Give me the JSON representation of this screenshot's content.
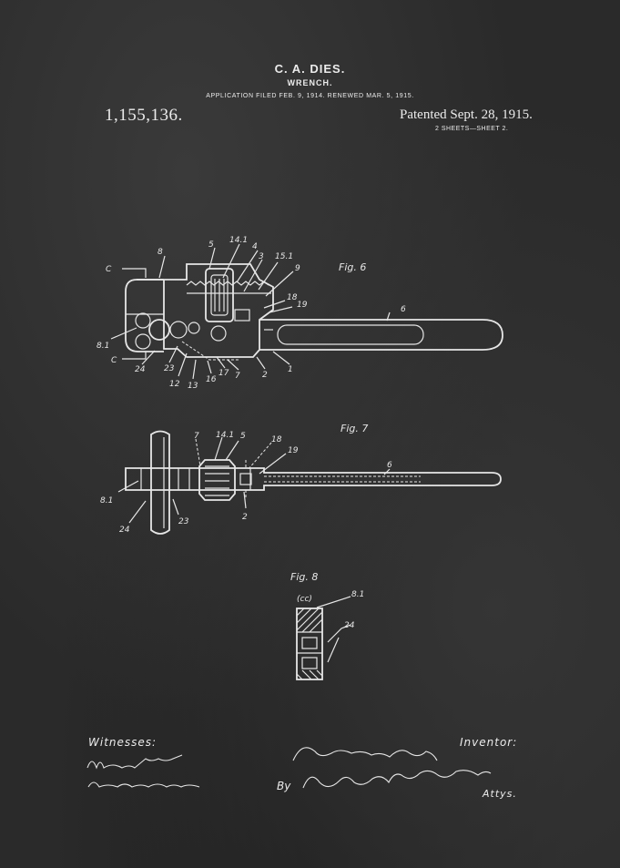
{
  "header": {
    "inventor_name": "C. A. DIES.",
    "title": "WRENCH.",
    "application_line": "APPLICATION FILED FEB. 9, 1914. RENEWED MAR. 5, 1915.",
    "patent_number": "1,155,136.",
    "patented_date": "Patented Sept. 28, 1915.",
    "sheets": "2 SHEETS—SHEET 2."
  },
  "figures": {
    "fig6": {
      "label": "Fig. 6",
      "refs": [
        "C",
        "8",
        "5",
        "14.1",
        "4",
        "3",
        "15.1",
        "9",
        "18",
        "19",
        "6",
        "8.1",
        "C",
        "24",
        "23",
        "12",
        "13",
        "16",
        "17",
        "7",
        "2",
        "1"
      ]
    },
    "fig7": {
      "label": "Fig. 7",
      "refs": [
        "7",
        "14.1",
        "5",
        "18",
        "19",
        "6",
        "8.1",
        "24",
        "23",
        "2"
      ]
    },
    "fig8": {
      "label": "Fig. 8",
      "refs": [
        "(cc)",
        "8.1",
        "24"
      ]
    }
  },
  "footer": {
    "witnesses_label": "Witnesses:",
    "witness_1": "Walter F. Stone",
    "witness_2": "Robert S. Martin",
    "inventor_label": "Inventor:",
    "inventor_signature": "Charles A. Dies,",
    "by_label": "By",
    "attorneys_signature": "Rummler & Rummler",
    "attys_label": "Attys."
  }
}
